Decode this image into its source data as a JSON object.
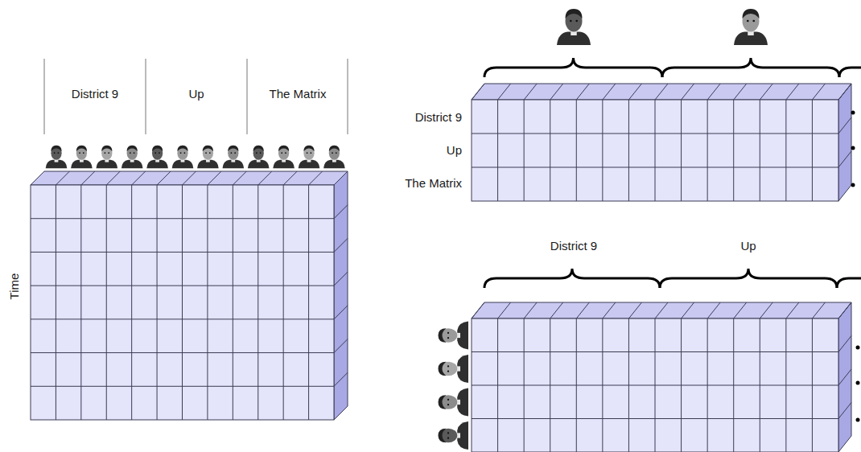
{
  "diagram": {
    "labels": [
      "District 9",
      "Up",
      "The Matrix",
      "Time",
      "District 9",
      "Up",
      "The Matrix",
      "District 9",
      "Up"
    ]
  }
}
